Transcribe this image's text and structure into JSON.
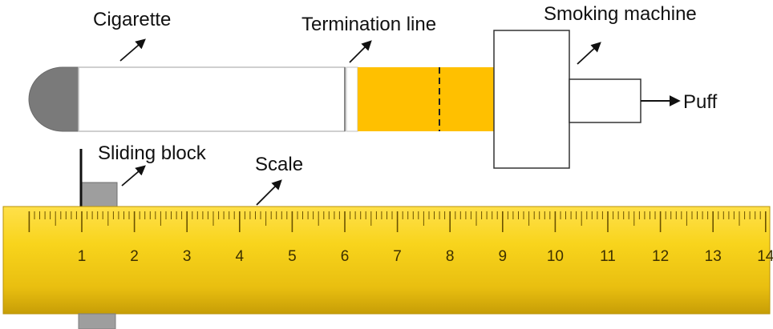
{
  "labels": {
    "cigarette": "Cigarette",
    "termination_line": "Termination line",
    "smoking_machine": "Smoking machine",
    "puff": "Puff",
    "sliding_block": "Sliding block",
    "scale": "Scale"
  },
  "ruler": {
    "numbers": [
      "1",
      "2",
      "3",
      "4",
      "5",
      "6",
      "7",
      "8",
      "9",
      "10",
      "11",
      "12",
      "13",
      "14"
    ],
    "first_value": 1,
    "last_value": 14
  },
  "colors": {
    "ash": "#7a7a7a",
    "paper": "#ffffff",
    "filter": "#ffc000",
    "ruler_yellow": "#f7d21c",
    "ruler_dark": "#c9a30a",
    "ink": "#111111",
    "block": "#9e9e9e"
  }
}
